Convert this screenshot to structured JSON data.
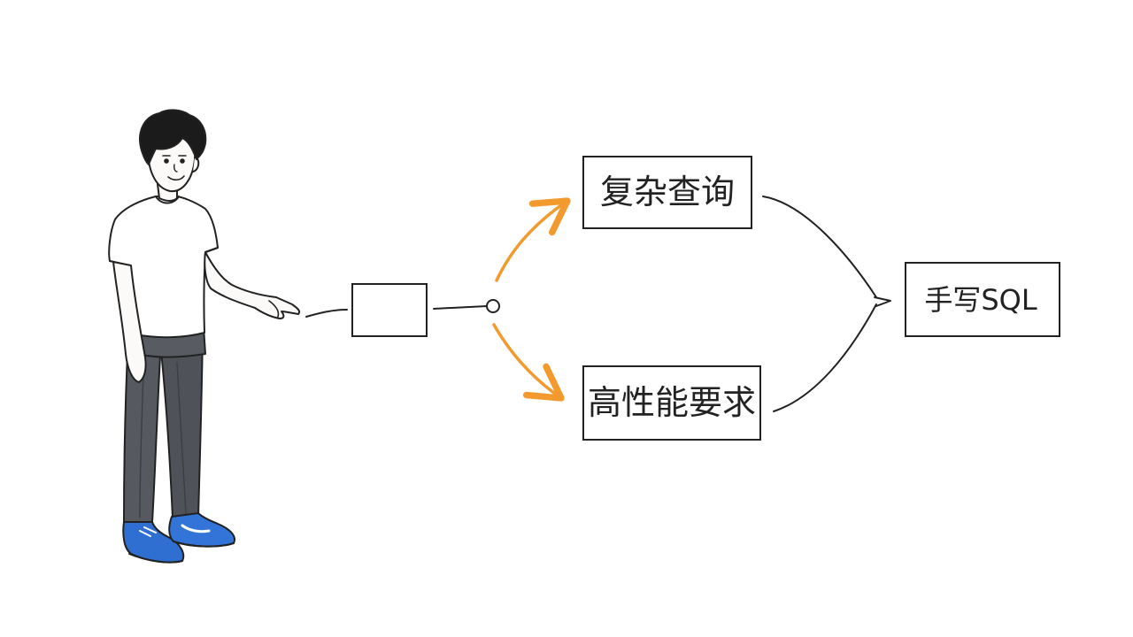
{
  "diagram": {
    "nodes": {
      "empty_box": {
        "label": ""
      },
      "complex_query": {
        "label": "复杂查询"
      },
      "high_performance": {
        "label": "高性能要求"
      },
      "handwritten_sql": {
        "label": "手写SQL"
      }
    },
    "colors": {
      "ink": "#222222",
      "accent_arrow": "#f29a2e",
      "shirt": "#ffffff",
      "pants": "#55595f",
      "shoes": "#2f6fd1",
      "hair": "#1b1b1b",
      "skin": "#fbfaf8"
    },
    "icons": {
      "person": "person-pointing-illustration"
    }
  }
}
